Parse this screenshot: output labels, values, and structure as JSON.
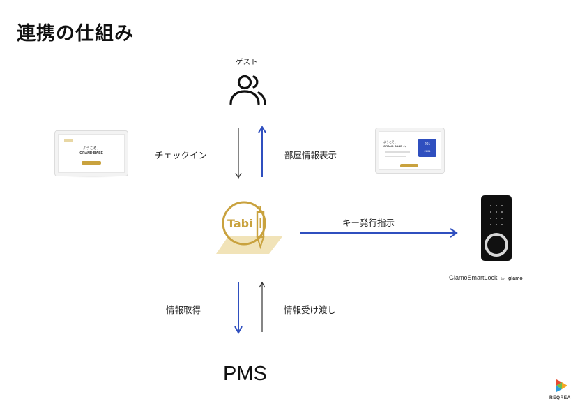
{
  "title": "連携の仕組み",
  "guest": {
    "label": "ゲスト",
    "icon": "users-icon"
  },
  "flows": {
    "checkin": "チェックイン",
    "room_info_display": "部屋情報表示",
    "key_issue": "キー発行指示",
    "info_get": "情報取得",
    "info_handover": "情報受け渡し"
  },
  "center": {
    "logo_text": "Tabi"
  },
  "pms_label": "PMS",
  "tablet_left": {
    "heading": "ようこそ、",
    "brand": "GRAND BASE"
  },
  "tablet_right": {
    "heading": "ようこそ、",
    "brand": "GRAND BASE へ",
    "room_no": "201",
    "room_label": "2801"
  },
  "smartlock": {
    "brand": "GlamoSmartLock",
    "by": "by",
    "maker": "glamo"
  },
  "footer_logo": {
    "text": "REQREA"
  },
  "colors": {
    "accent_blue": "#2f4fbf",
    "gold": "#c9a23e",
    "arrow_dark": "#333333"
  }
}
